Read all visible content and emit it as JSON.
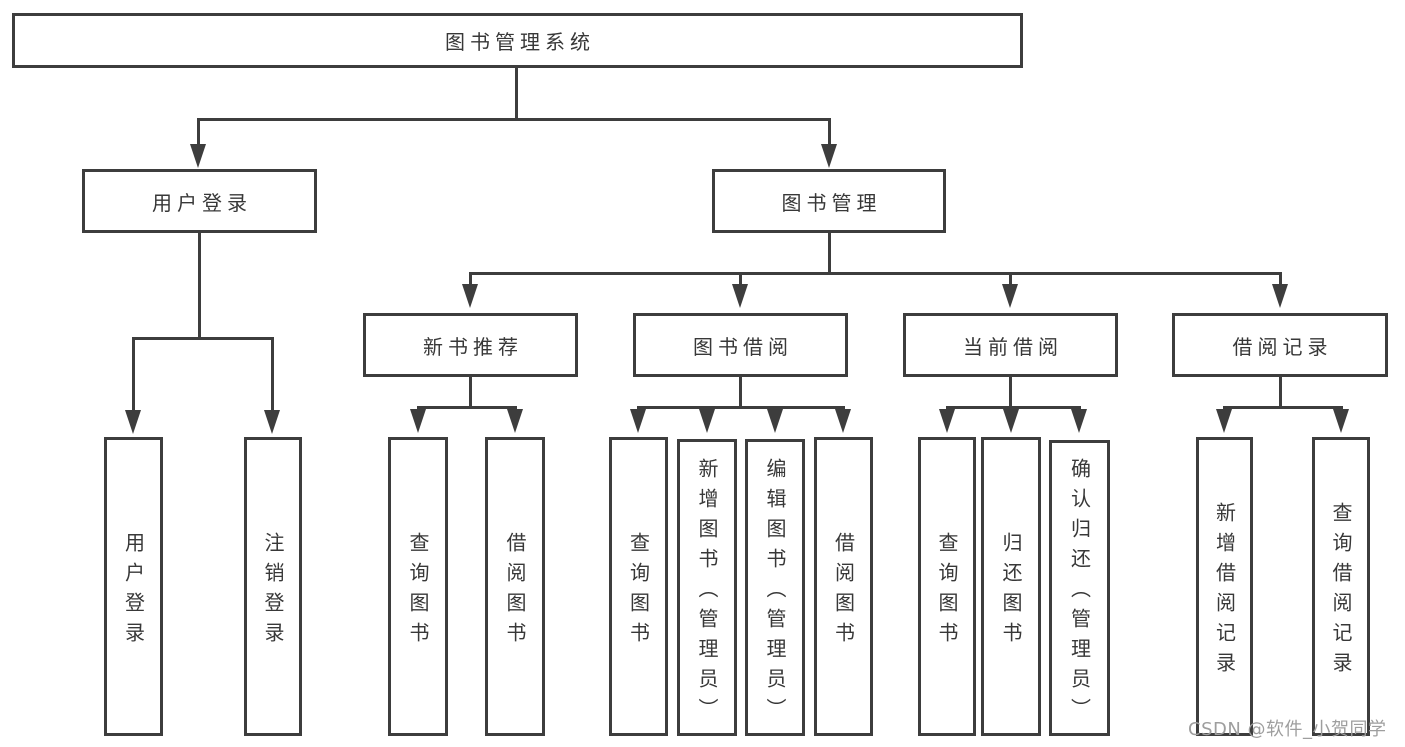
{
  "colors": {
    "line": "#3d3d3d",
    "text": "#383838",
    "watermark": "#9e9e9e",
    "background": "#ffffff"
  },
  "diagram": {
    "root": {
      "label": "图书管理系统"
    },
    "branches": [
      {
        "label": "用户登录",
        "children": [
          {
            "label": "用户登录"
          },
          {
            "label": "注销登录"
          }
        ]
      },
      {
        "label": "图书管理",
        "children": [
          {
            "label": "新书推荐",
            "children": [
              {
                "label": "查询图书"
              },
              {
                "label": "借阅图书"
              }
            ]
          },
          {
            "label": "图书借阅",
            "children": [
              {
                "label": "查询图书"
              },
              {
                "label": "新增图书（管理员）"
              },
              {
                "label": "编辑图书（管理员）"
              },
              {
                "label": "借阅图书"
              }
            ]
          },
          {
            "label": "当前借阅",
            "children": [
              {
                "label": "查询图书"
              },
              {
                "label": "归还图书"
              },
              {
                "label": "确认归还（管理员）"
              }
            ]
          },
          {
            "label": "借阅记录",
            "children": [
              {
                "label": "新增借阅记录"
              },
              {
                "label": "查询借阅记录"
              }
            ]
          }
        ]
      }
    ]
  },
  "watermark": {
    "text": "CSDN @软件_小贺同学"
  }
}
